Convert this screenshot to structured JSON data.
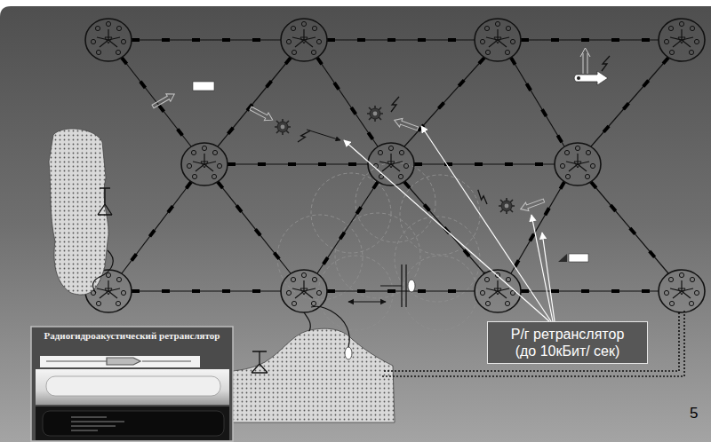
{
  "diagram": {
    "nodes": [
      {
        "text": [
          "Радиогидроакустический ретранслятор"
        ]
      },
      {
        "text": [
          "Р/г ретранслятор (до 10кБит/ сек)"
        ]
      }
    ],
    "labels": [
      "5"
    ]
  }
}
